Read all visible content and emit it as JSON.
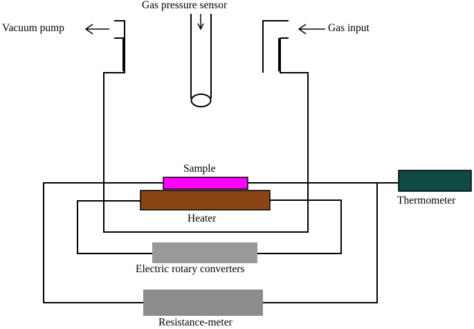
{
  "labels": {
    "gas_pressure_sensor": "Gas pressure sensor",
    "vacuum_pump": "Vacuum pump",
    "gas_input": "Gas input",
    "sample": "Sample",
    "heater": "Heater",
    "thermometer": "Thermometer",
    "electric_rotary_converters": "Electric rotary converters",
    "resistance_meter": "Resistance-meter"
  },
  "colors": {
    "line": "#000000",
    "sample": "#ff00ff",
    "heater": "#8b4513",
    "thermometer": "#0f4a45",
    "converter": "#999999",
    "meter": "#8c8c8c"
  }
}
